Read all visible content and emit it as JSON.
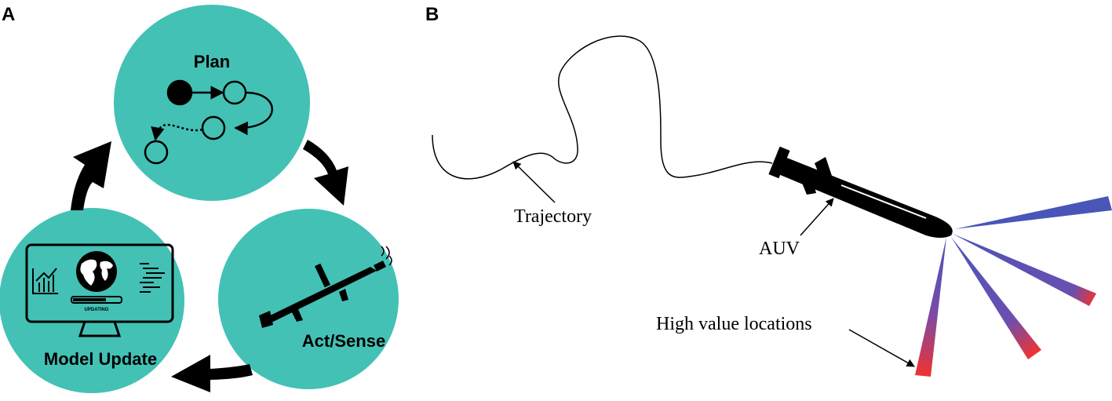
{
  "panel_a": {
    "letter": "A",
    "nodes": {
      "plan": "Plan",
      "act_sense": "Act/Sense",
      "model_update": "Model Update"
    },
    "monitor_status": "UPDATING"
  },
  "panel_b": {
    "letter": "B",
    "labels": {
      "trajectory": "Trajectory",
      "auv": "AUV",
      "high_value": "High value locations"
    }
  },
  "colors": {
    "teal": "#43c1b5",
    "black": "#000000",
    "beam_blue": "#4a55b8",
    "beam_red": "#ee3333"
  }
}
